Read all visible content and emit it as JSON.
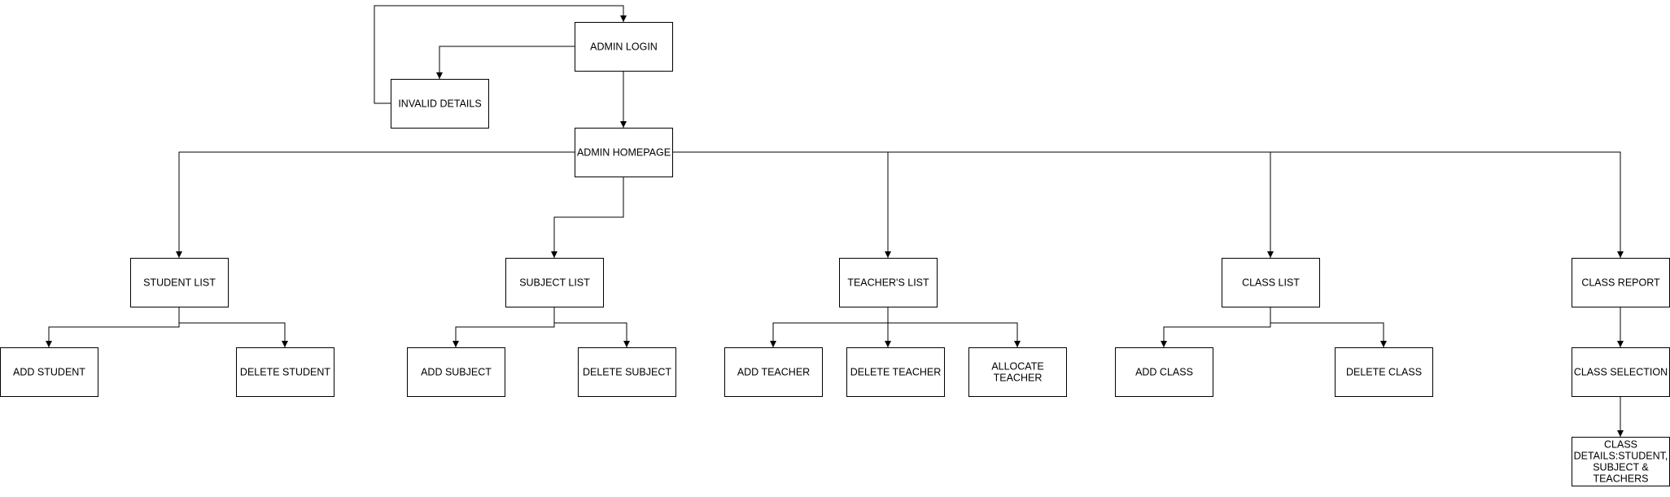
{
  "nodes": {
    "admin_login": "ADMIN LOGIN",
    "invalid_details": "INVALID DETAILS",
    "admin_homepage": "ADMIN HOMEPAGE",
    "student_list": "STUDENT LIST",
    "subject_list": "SUBJECT LIST",
    "teachers_list": "TEACHER'S LIST",
    "class_list": "CLASS LIST",
    "class_report": "CLASS REPORT",
    "add_student": "ADD STUDENT",
    "delete_student": "DELETE STUDENT",
    "add_subject": "ADD SUBJECT",
    "delete_subject": "DELETE SUBJECT",
    "add_teacher": "ADD TEACHER",
    "delete_teacher": "DELETE TEACHER",
    "allocate_teacher": [
      "ALLOCATE",
      "TEACHER"
    ],
    "add_class": "ADD CLASS",
    "delete_class": "DELETE CLASS",
    "class_selection": "CLASS SELECTION",
    "class_details": [
      "CLASS",
      "DETAILS:STUDENT,",
      "SUBJECT &",
      "TEACHERS"
    ]
  }
}
